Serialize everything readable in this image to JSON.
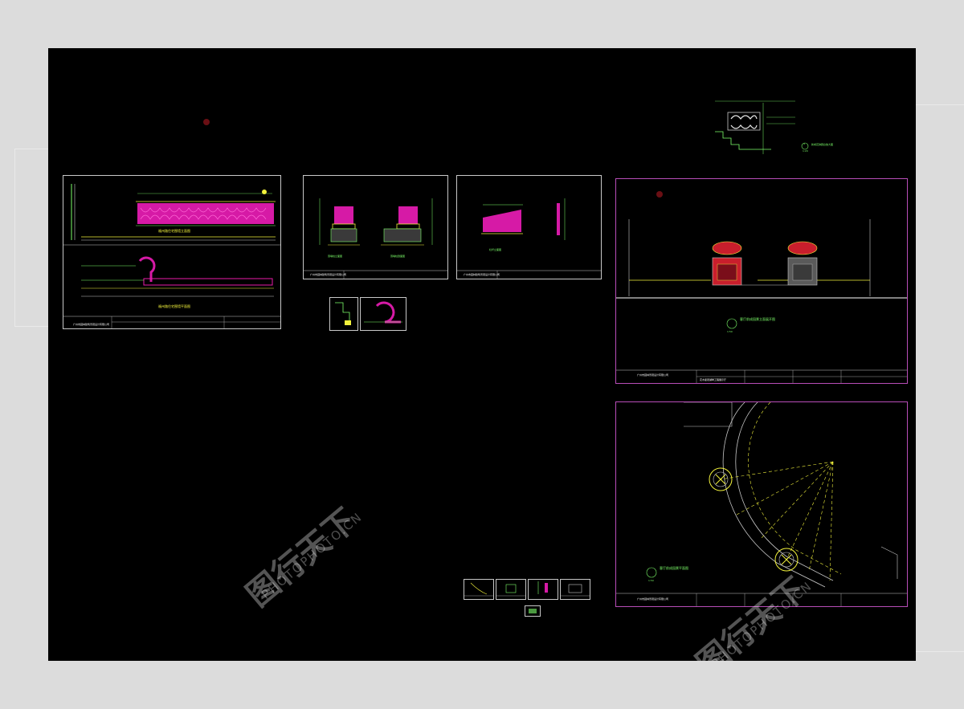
{
  "watermark": {
    "logo_text": "图行天下",
    "sub_text": "PHOTOPHOTO.CN"
  },
  "sheets": {
    "sheet1": {
      "title_top": "福州路住宅围墙立面图",
      "title_bottom": "福州路住宅围墙平面图",
      "company": "广州市园林建筑景观设计有限公司"
    },
    "sheet2": {
      "title_left": "围墙柱立面图",
      "title_right": "围墙柱剖面图",
      "company": "广州市园林建筑景观设计有限公司"
    },
    "sheet3": {
      "title_left": "栏杆立面图",
      "company": "广州市园林建筑景观设计有限公司"
    },
    "sheet4": {
      "title": "客厅前成园景立面展开图",
      "scale": "1:50",
      "company": "广州市园林景观设计有限公司",
      "project": "花木星观湖畔工程展示厅"
    },
    "sheet5": {
      "title": "客厅前成园景平面图",
      "scale": "1:50",
      "company": "广州市园林景观设计有限公司"
    },
    "detail_top": {
      "title": "新成花钵圆台放大图",
      "number": "4",
      "scale": "1:20"
    }
  },
  "colors": {
    "canvas": "#000000",
    "frame_white": "#c8c8c8",
    "frame_magenta": "#b84db8",
    "cad_green": "#7dff6a",
    "cad_yellow": "#f2f23c",
    "cad_magenta": "#e81ca8",
    "cad_cyan": "#39d5d5",
    "cad_red": "#c81e2c"
  }
}
